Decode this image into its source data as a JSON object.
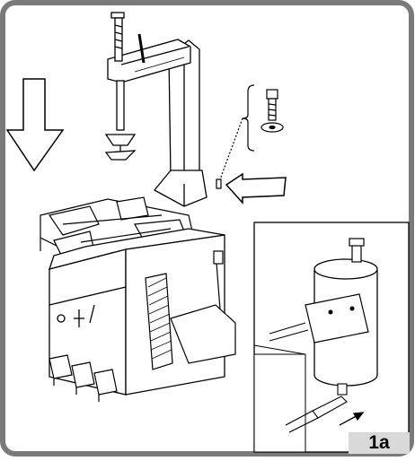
{
  "figure": {
    "label": "1a"
  },
  "parts": {
    "frame": "outer-border",
    "main_machine": "tyre-changer",
    "inset": "pressure-tank-detail",
    "arrows": [
      "down-arrow",
      "left-arrow",
      "flow-arrow"
    ],
    "callout": "bolt-and-washer-detail"
  },
  "colors": {
    "frame": "#7a7a7a",
    "ink": "#000000",
    "label_bg": "#d9d9d9"
  }
}
